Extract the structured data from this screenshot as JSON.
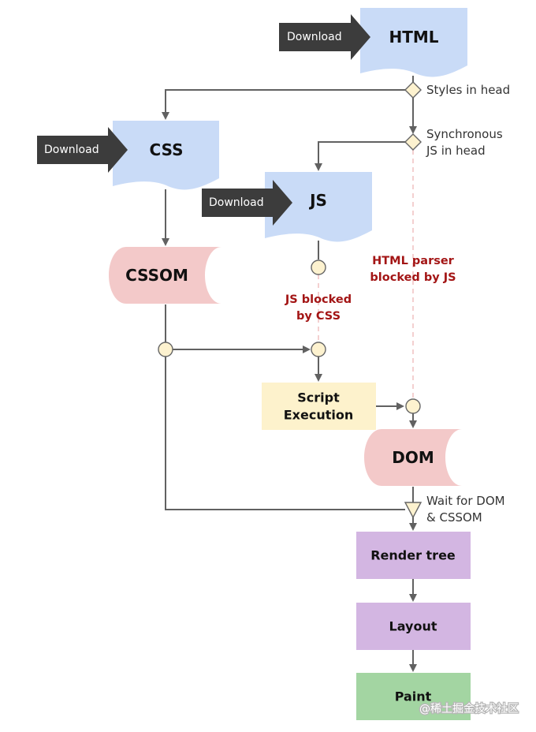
{
  "colors": {
    "doc_blue": "#c9dbf7",
    "db_pink": "#f3c9c9",
    "script_yellow": "#fdf2cc",
    "render_purple": "#d3b6e2",
    "paint_green": "#a3d5a2",
    "download_dark": "#3c3c3c",
    "line_gray": "#616161",
    "blocked_red": "#a31515"
  },
  "nodes": {
    "html": "HTML",
    "css": "CSS",
    "js": "JS",
    "cssom": "CSSOM",
    "script_line1": "Script",
    "script_line2": "Execution",
    "dom": "DOM",
    "render_tree": "Render tree",
    "layout": "Layout",
    "paint": "Paint"
  },
  "download_label": "Download",
  "conditions": {
    "styles_in_head": "Styles in head",
    "sync_js_line1": "Synchronous",
    "sync_js_line2": "JS in head",
    "wait_line1": "Wait for DOM",
    "wait_line2": "& CSSOM"
  },
  "blocked": {
    "js_blocked_line1": "JS blocked",
    "js_blocked_line2": "by CSS",
    "parser_blocked_line1": "HTML parser",
    "parser_blocked_line2": "blocked by JS"
  },
  "watermark": "@稀土掘金技术社区"
}
